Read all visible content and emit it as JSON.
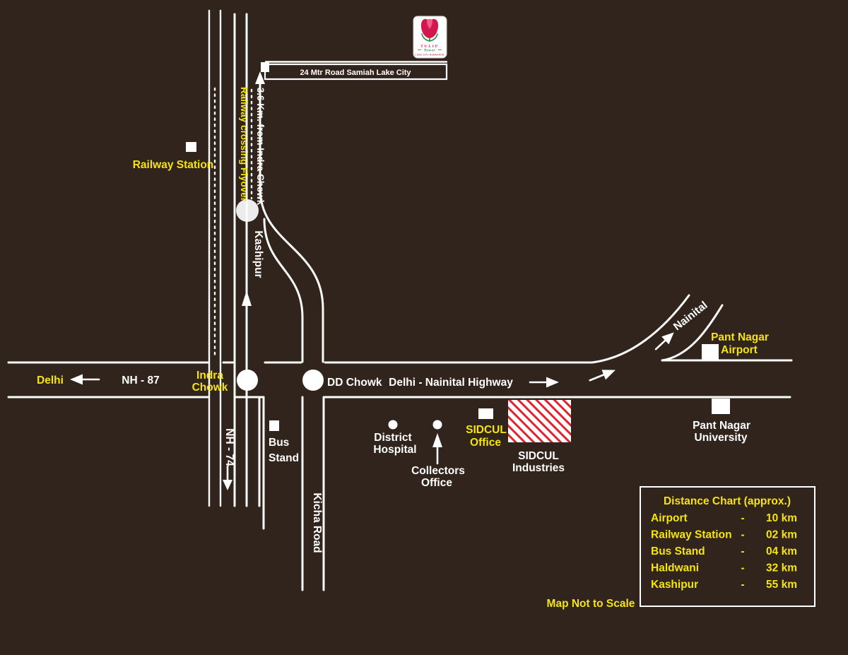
{
  "colors": {
    "background": "#31241d",
    "road": "#fbfbf9",
    "label_yellow": "#f6e411",
    "label_white": "#ffffff",
    "hatch_red": "#e2232d",
    "logo_red": "#d4164e",
    "logo_green": "#1f8f3e"
  },
  "logo": {
    "brand": "TULIP",
    "sub": "Tower",
    "tagline": "LAKE CITY RUDRAPUR"
  },
  "top": {
    "samiah_road_label": "24 Mtr Road Samiah Lake City"
  },
  "labels": {
    "railway_station": "Railway Station",
    "railway_crossing_flyover": "Railway crossing Flyover",
    "distance_from_indra_chowk": "3.6 Km. from Indra Chowk",
    "kashipur": "Kashipur",
    "delhi": "Delhi",
    "nh87": "NH - 87",
    "indra_chowk_line1": "Indra",
    "indra_chowk_line2": "Chowk",
    "dd_chowk": "DD Chowk",
    "delhi_nainital_highway": "Delhi - Nainital Highway",
    "nainital": "Nainital",
    "pant_nagar_airport_line1": "Pant Nagar",
    "pant_nagar_airport_line2": "Airport",
    "pant_nagar_university_line1": "Pant Nagar",
    "pant_nagar_university_line2": "University",
    "nh74": "NH - 74",
    "bus_stand_line1": "Bus",
    "bus_stand_line2": "Stand",
    "kicha_road": "Kicha Road",
    "district_hospital_line1": "District",
    "district_hospital_line2": "Hospital",
    "collectors_office_line1": "Collectors",
    "collectors_office_line2": "Office",
    "sidcul_office_line1": "SIDCUL",
    "sidcul_office_line2": "Office",
    "sidcul_industries_line1": "SIDCUL",
    "sidcul_industries_line2": "Industries",
    "map_note": "Map Not to Scale"
  },
  "distance_chart": {
    "title": "Distance Chart (approx.)",
    "rows": [
      {
        "place": "Airport",
        "sep": "-",
        "distance": "10 km"
      },
      {
        "place": "Railway Station",
        "sep": "-",
        "distance": "02 km"
      },
      {
        "place": "Bus Stand",
        "sep": "-",
        "distance": "04 km"
      },
      {
        "place": "Haldwani",
        "sep": "-",
        "distance": "32 km"
      },
      {
        "place": "Kashipur",
        "sep": "-",
        "distance": "55 km"
      }
    ]
  }
}
